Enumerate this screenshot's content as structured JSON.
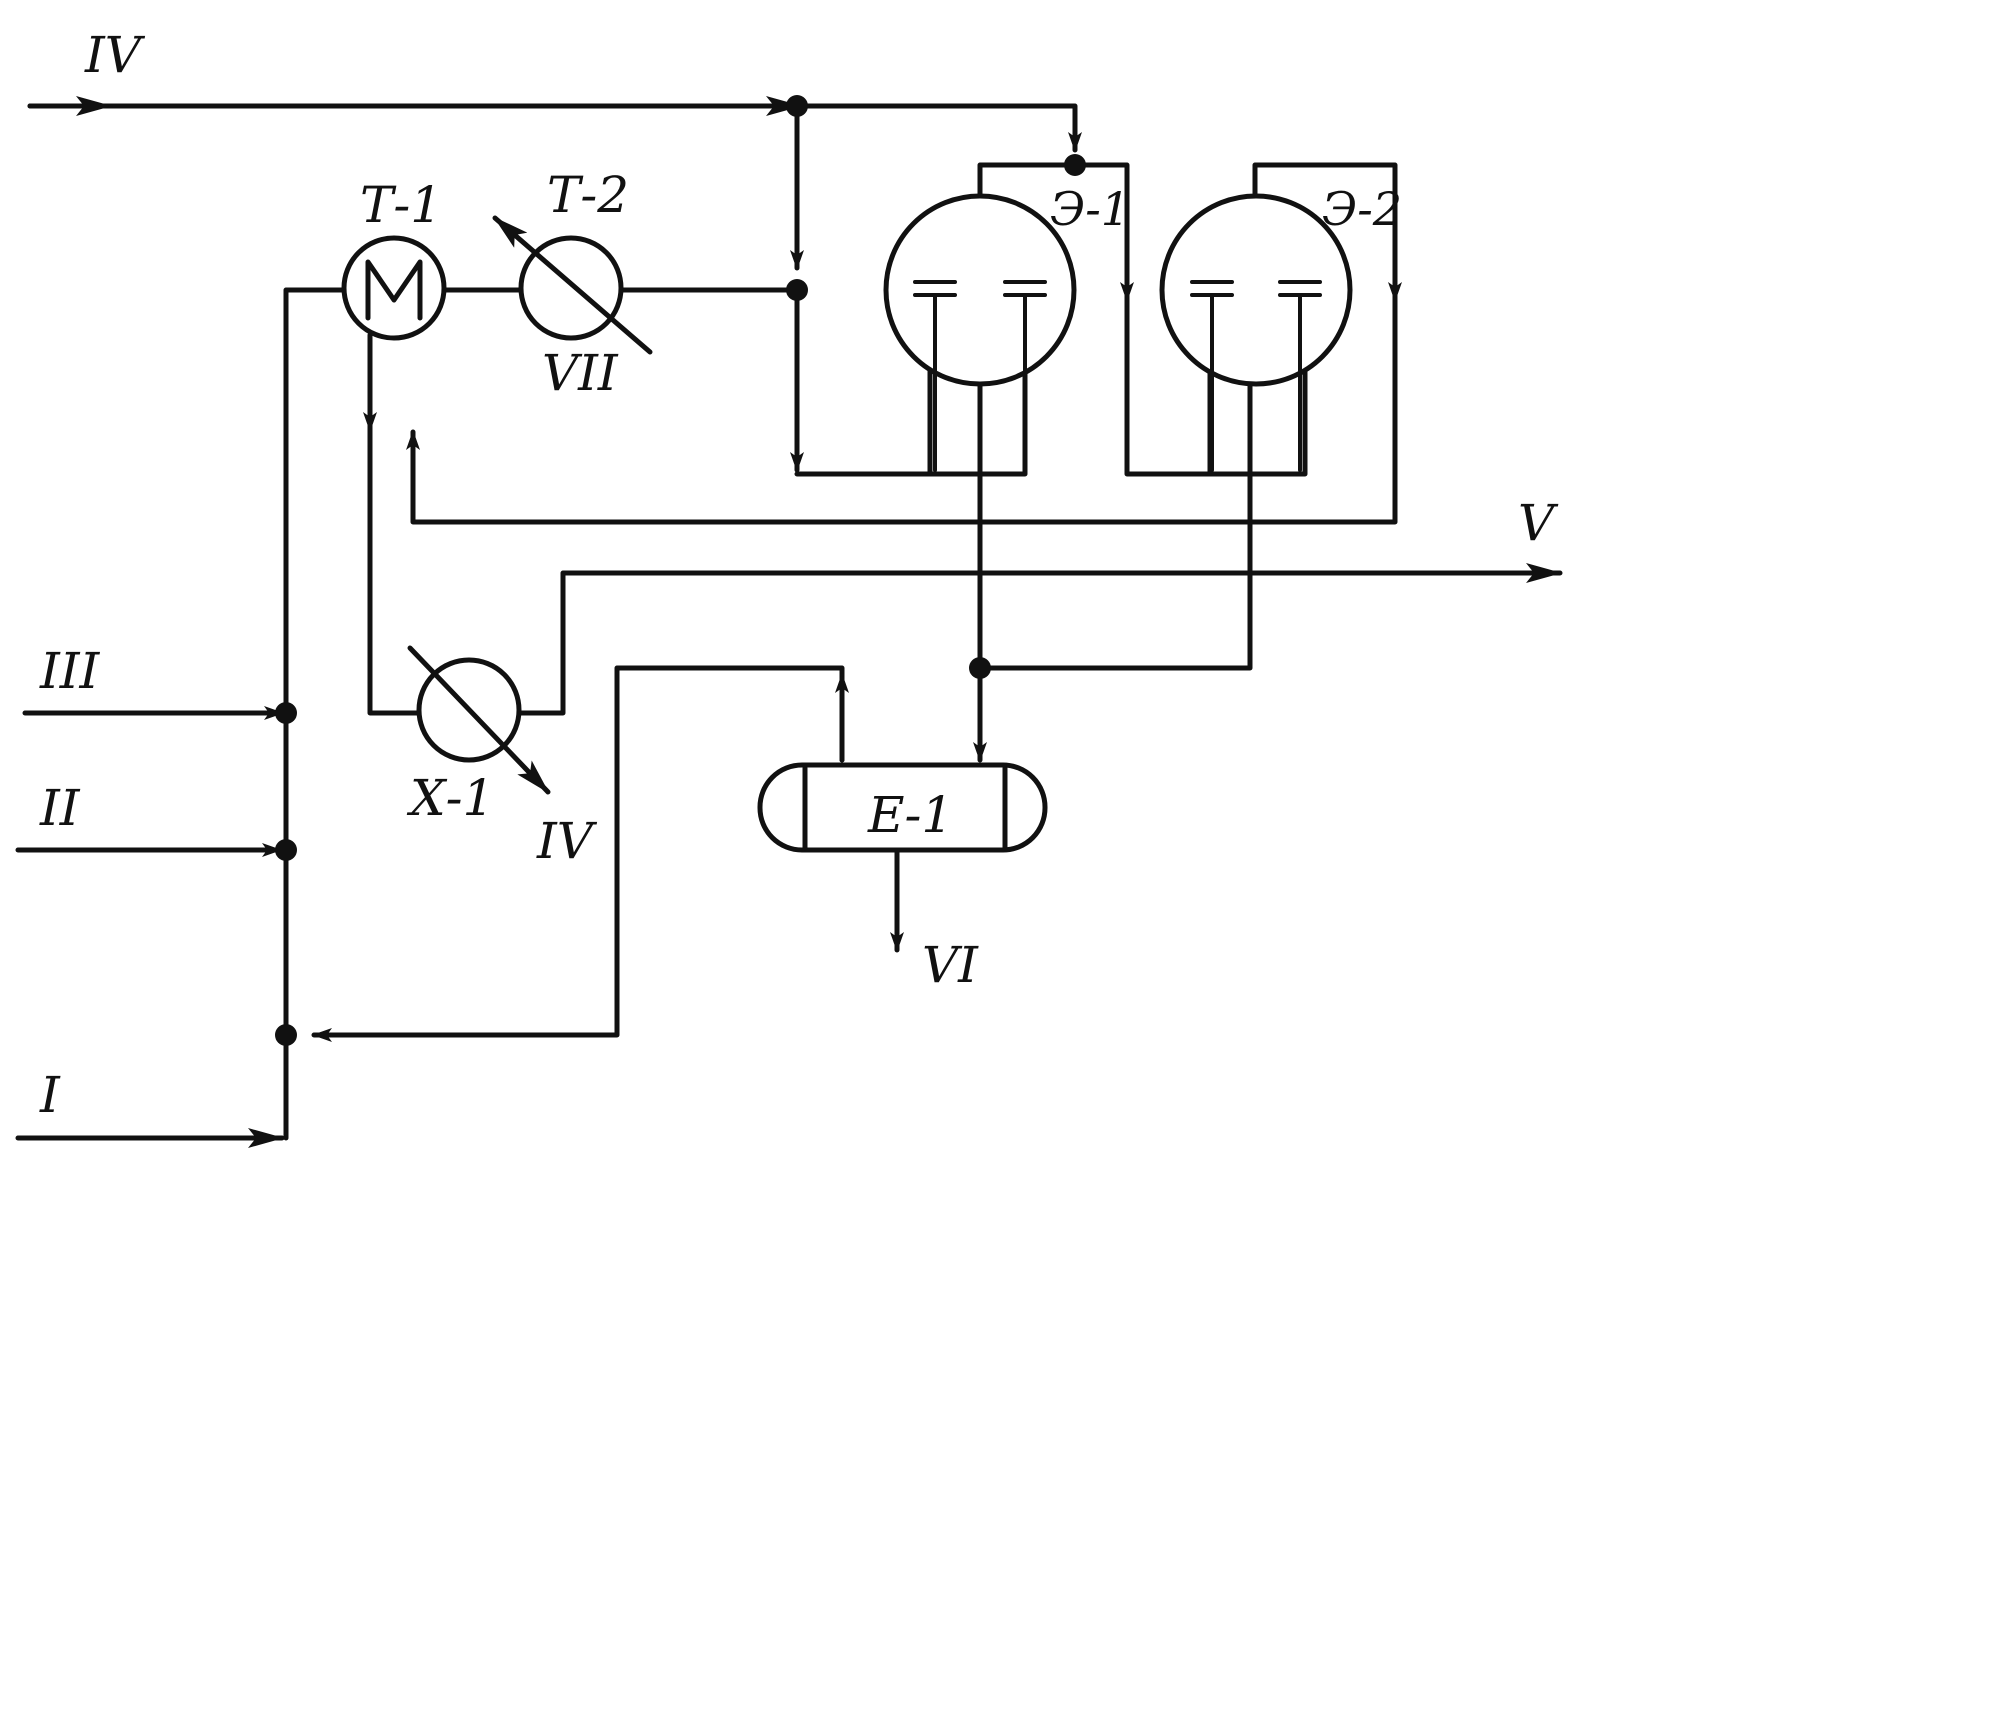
{
  "streams": {
    "s1": "I",
    "s2": "II",
    "s3": "III",
    "s4_top": "IV",
    "s4_bottom": "IV",
    "s5": "V",
    "s6": "VI",
    "s7": "VII"
  },
  "equipment": {
    "t1": "Т-1",
    "t2": "Т-2",
    "e1": "Э-1",
    "e2": "Э-2",
    "x1": "Х-1",
    "vessel": "Е-1"
  }
}
